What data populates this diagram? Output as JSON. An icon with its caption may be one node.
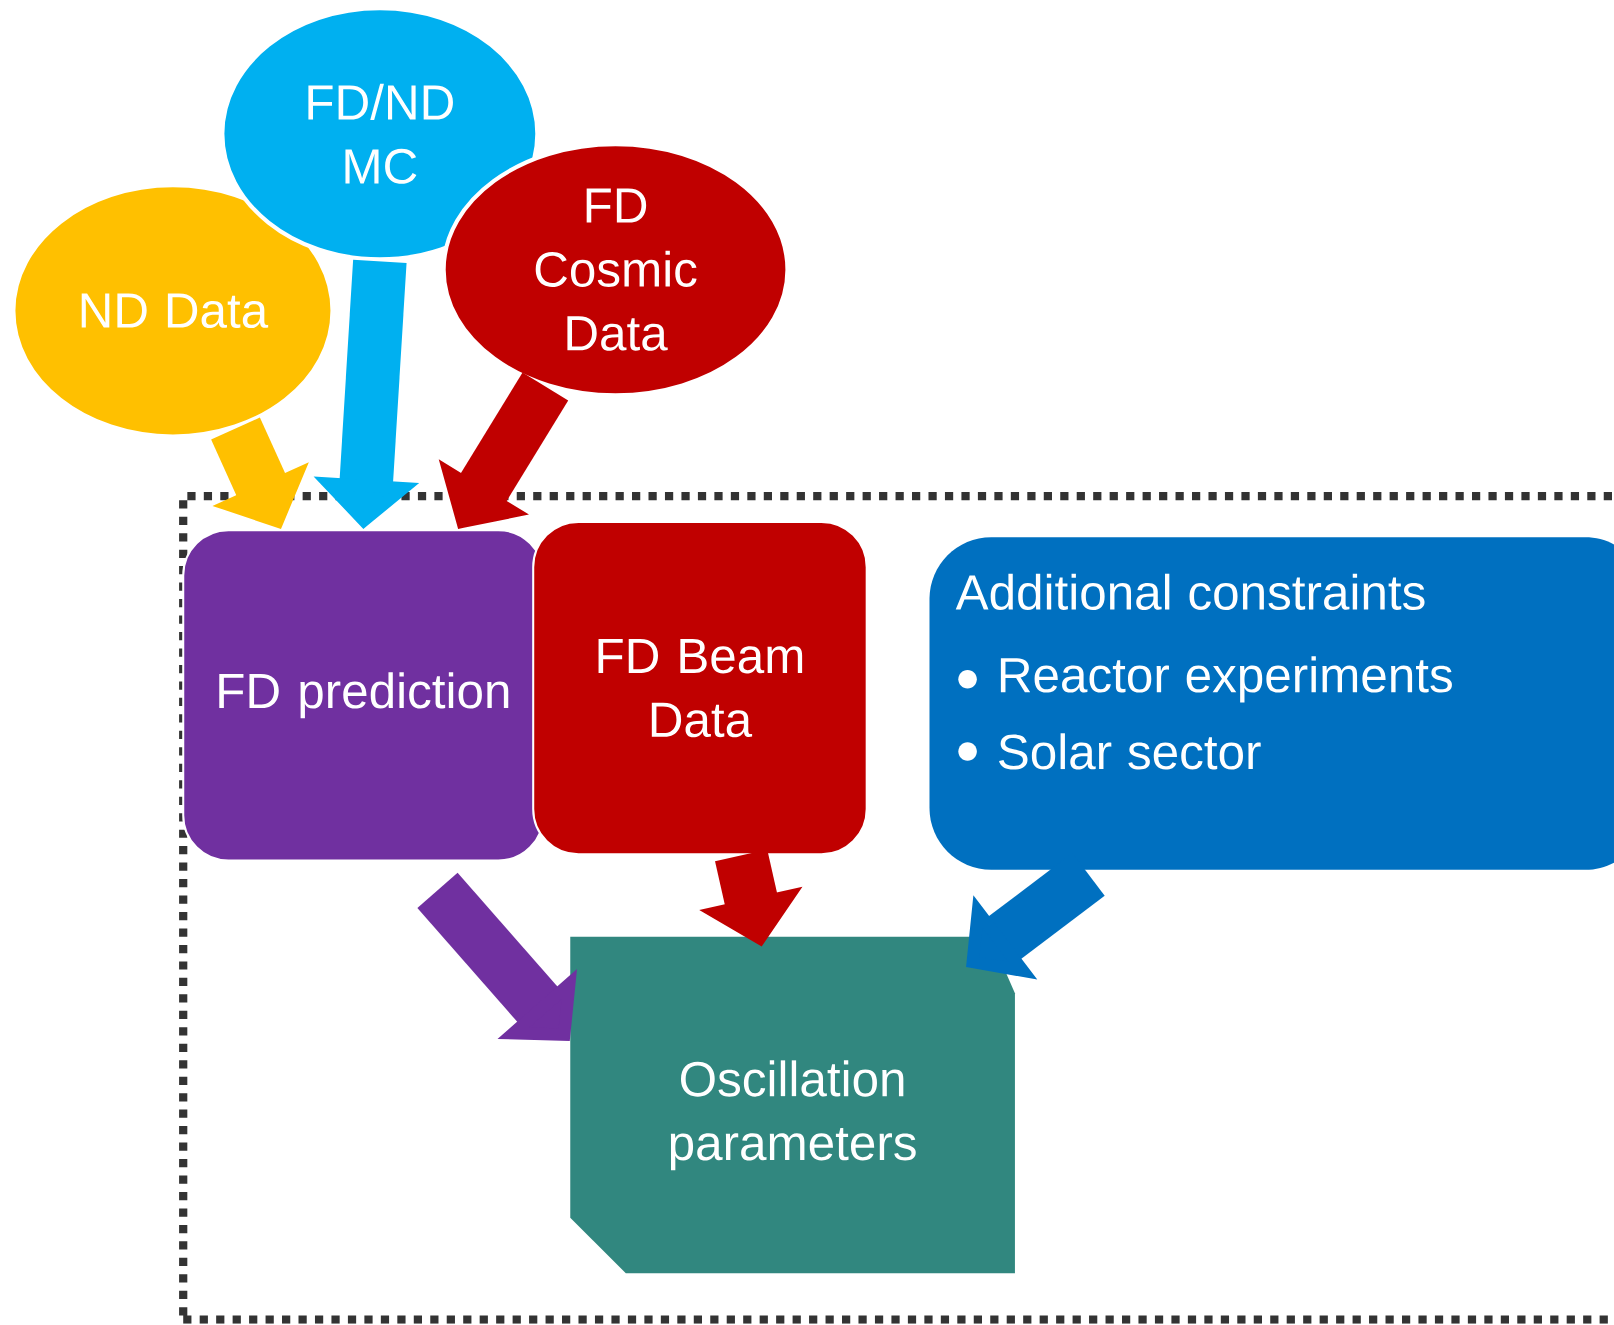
{
  "diagram": {
    "nodes": [
      {
        "text": [],
        "shape": "box"
      },
      {
        "text": [
          "ND Data"
        ]
      },
      {
        "text": [
          "FD/ND MC"
        ]
      },
      {
        "text": [
          "FD Cosmic Data"
        ]
      },
      {
        "text": [
          "FD prediction"
        ],
        "in": 0
      },
      {
        "text": [
          "FD Beam Data"
        ],
        "in": 0
      },
      {
        "text": [
          "Additional constraints",
          "Reactor experiments",
          "Solar sector"
        ],
        "in": 0
      },
      {
        "text": [
          "Oscillation parameters"
        ],
        "in": 0
      }
    ],
    "edges": [
      {
        "from": 1,
        "to": 4,
        "arrow": "to",
        "color": "#ffc000"
      },
      {
        "from": 2,
        "to": 4,
        "arrow": "to",
        "color": "#00b0f0"
      },
      {
        "from": 3,
        "to": 4,
        "arrow": "to",
        "color": "#c00000"
      },
      {
        "from": 4,
        "to": 7,
        "arrow": "to",
        "color": "#7030a0"
      },
      {
        "from": 5,
        "to": 7,
        "arrow": "to",
        "color": "#c00000"
      },
      {
        "from": 6,
        "to": 7,
        "arrow": "to",
        "color": "#0070c0"
      }
    ]
  }
}
